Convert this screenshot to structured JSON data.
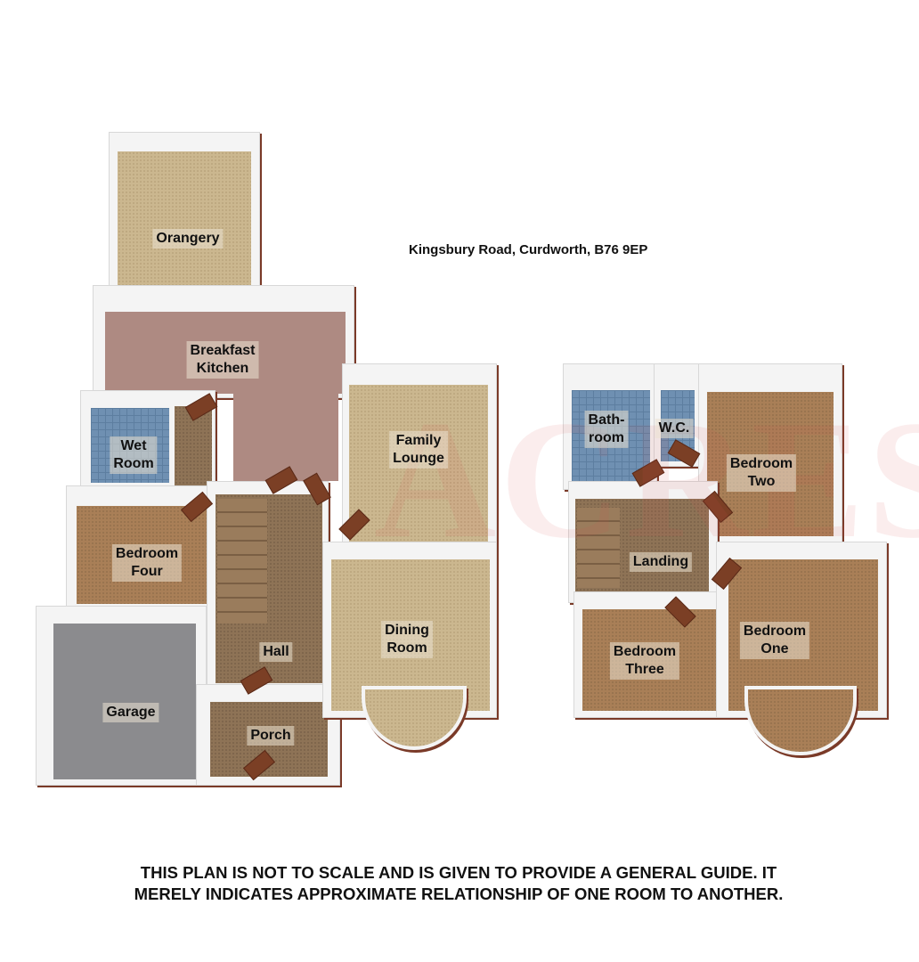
{
  "header": {
    "address": "Kingsbury Road, Curdworth, B76 9EP"
  },
  "watermark": "ACRES",
  "ground_floor": {
    "rooms": [
      {
        "name": "Orangery"
      },
      {
        "name": "Breakfast\nKitchen"
      },
      {
        "name": "Wet\nRoom"
      },
      {
        "name": "Bedroom\nFour"
      },
      {
        "name": "Garage"
      },
      {
        "name": "Hall"
      },
      {
        "name": "Porch"
      },
      {
        "name": "Family\nLounge"
      },
      {
        "name": "Dining\nRoom"
      }
    ]
  },
  "first_floor": {
    "rooms": [
      {
        "name": "Bath-\nroom"
      },
      {
        "name": "W.C."
      },
      {
        "name": "Bedroom\nTwo"
      },
      {
        "name": "Landing"
      },
      {
        "name": "Bedroom\nThree"
      },
      {
        "name": "Bedroom\nOne"
      }
    ]
  },
  "footer": {
    "disclaimer": "THIS PLAN IS NOT TO SCALE AND IS GIVEN TO PROVIDE A GENERAL GUIDE. IT MERELY INDICATES APPROXIMATE RELATIONSHIP OF ONE ROOM TO ANOTHER."
  },
  "colors": {
    "wall_trim": "#7a3a28",
    "carpet_beige": "#cbb78f",
    "carpet_brown": "#a97f57",
    "tile_blue": "#6f90b2",
    "kitchen_floor": "#ae8a82",
    "garage_floor": "#8b8b8e"
  }
}
